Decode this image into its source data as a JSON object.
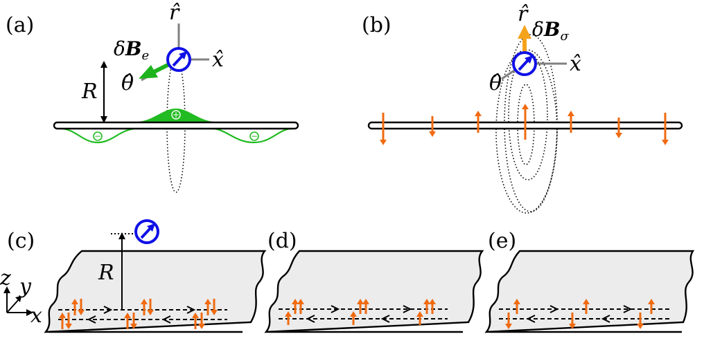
{
  "panels": {
    "a": {
      "label": "(a)"
    },
    "b": {
      "label": "(b)"
    },
    "c": {
      "label": "(c)"
    },
    "d": {
      "label": "(d)"
    },
    "e": {
      "label": "(e)"
    }
  },
  "axes": {
    "r_hat": "r̂",
    "x_hat": "x̂",
    "theta_hat": "θ̂",
    "z": "z",
    "y": "y",
    "x": "x"
  },
  "labels": {
    "R": "R",
    "delta": "δ",
    "B": "B",
    "sub_e": "e",
    "sub_sigma": "σ",
    "plus": "+",
    "minus": "−"
  },
  "colors": {
    "spin_blue": "#1010e6",
    "field_green": "#1db31d",
    "charge_green": "#22bb22",
    "arrow_orange": "#f06a10",
    "field_orange": "#f5a31a",
    "slab_gray": "#ececec",
    "axis_gray": "#808080"
  },
  "icons": {
    "spin": "circled-arrow-icon",
    "spin_direction": "up-right"
  }
}
